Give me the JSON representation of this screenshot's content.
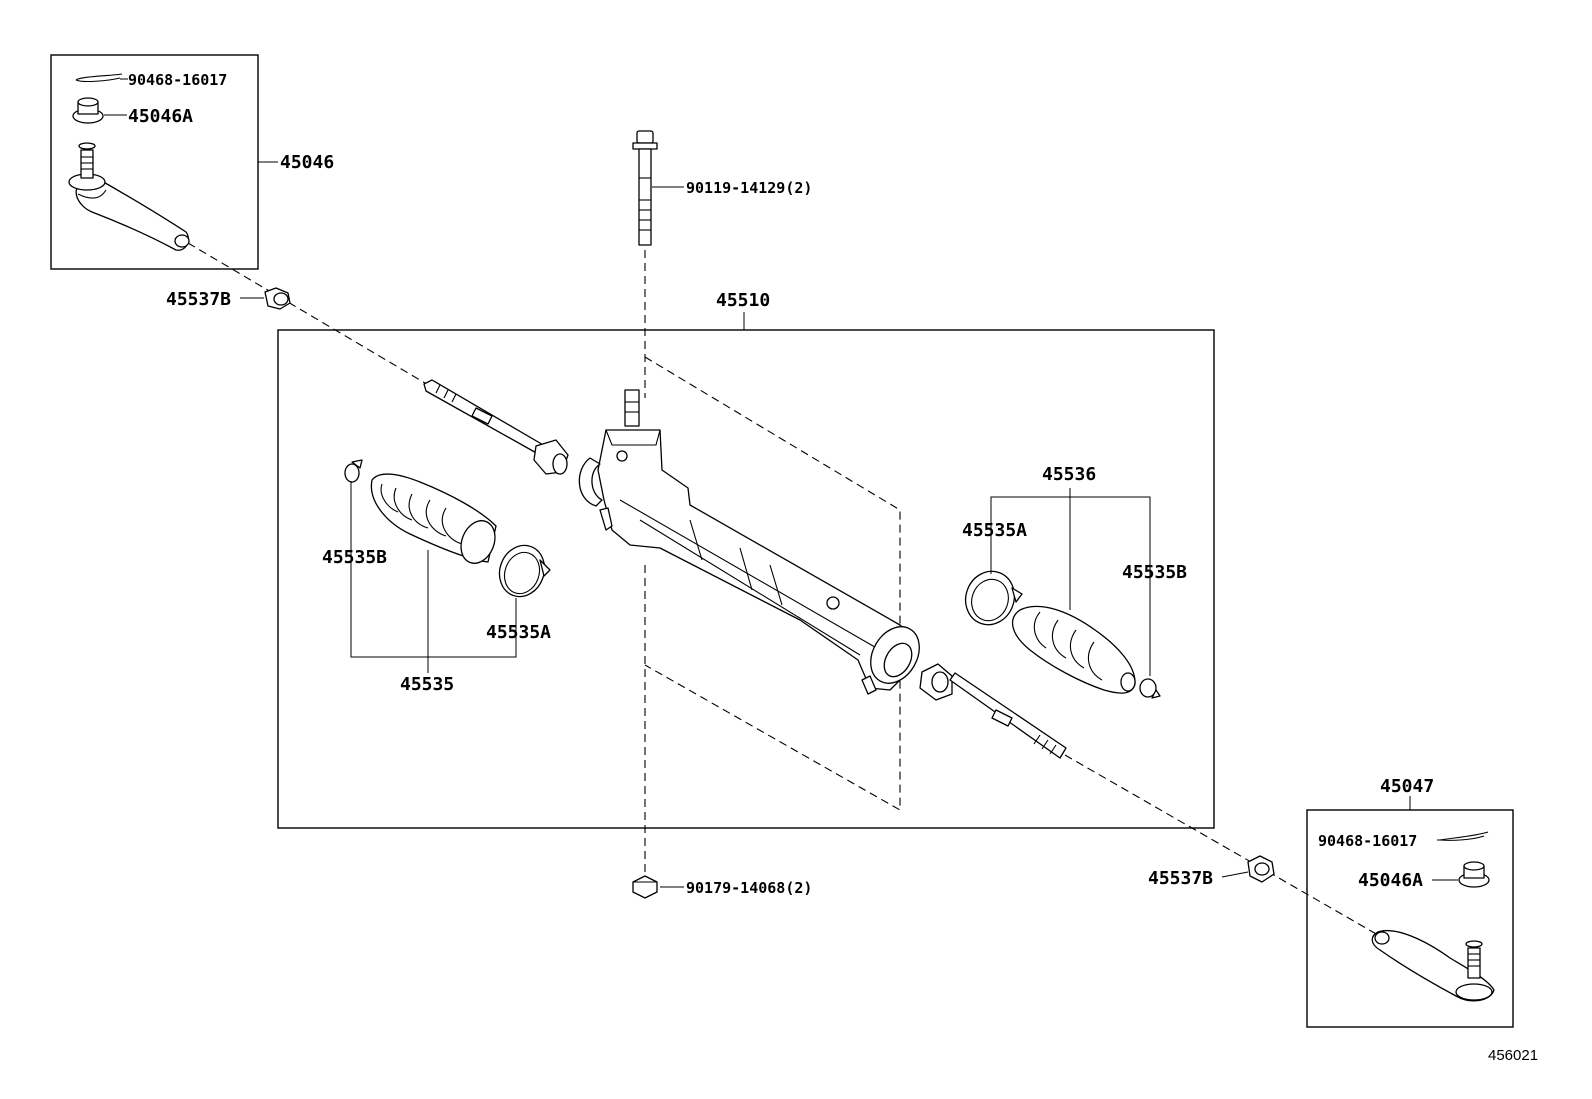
{
  "diagram": {
    "reference_code": "456021",
    "labels": {
      "tie_rod_end_lh": "45046",
      "cotter_pin_lh": "90468-16017",
      "nut_lh": "45046A",
      "lock_nut_lh": "45537B",
      "bolt": "90119-14129(2)",
      "gear_assembly": "45510",
      "boot_set_lh": "45535",
      "boot_clamp_b_lh": "45535B",
      "boot_clamp_a_lh": "45535A",
      "boot_set_rh": "45536",
      "boot_clamp_a_rh": "45535A",
      "boot_clamp_b_rh": "45535B",
      "nut_bottom": "90179-14068(2)",
      "tie_rod_end_rh": "45047",
      "cotter_pin_rh": "90468-16017",
      "nut_rh": "45046A",
      "lock_nut_rh": "45537B"
    }
  }
}
